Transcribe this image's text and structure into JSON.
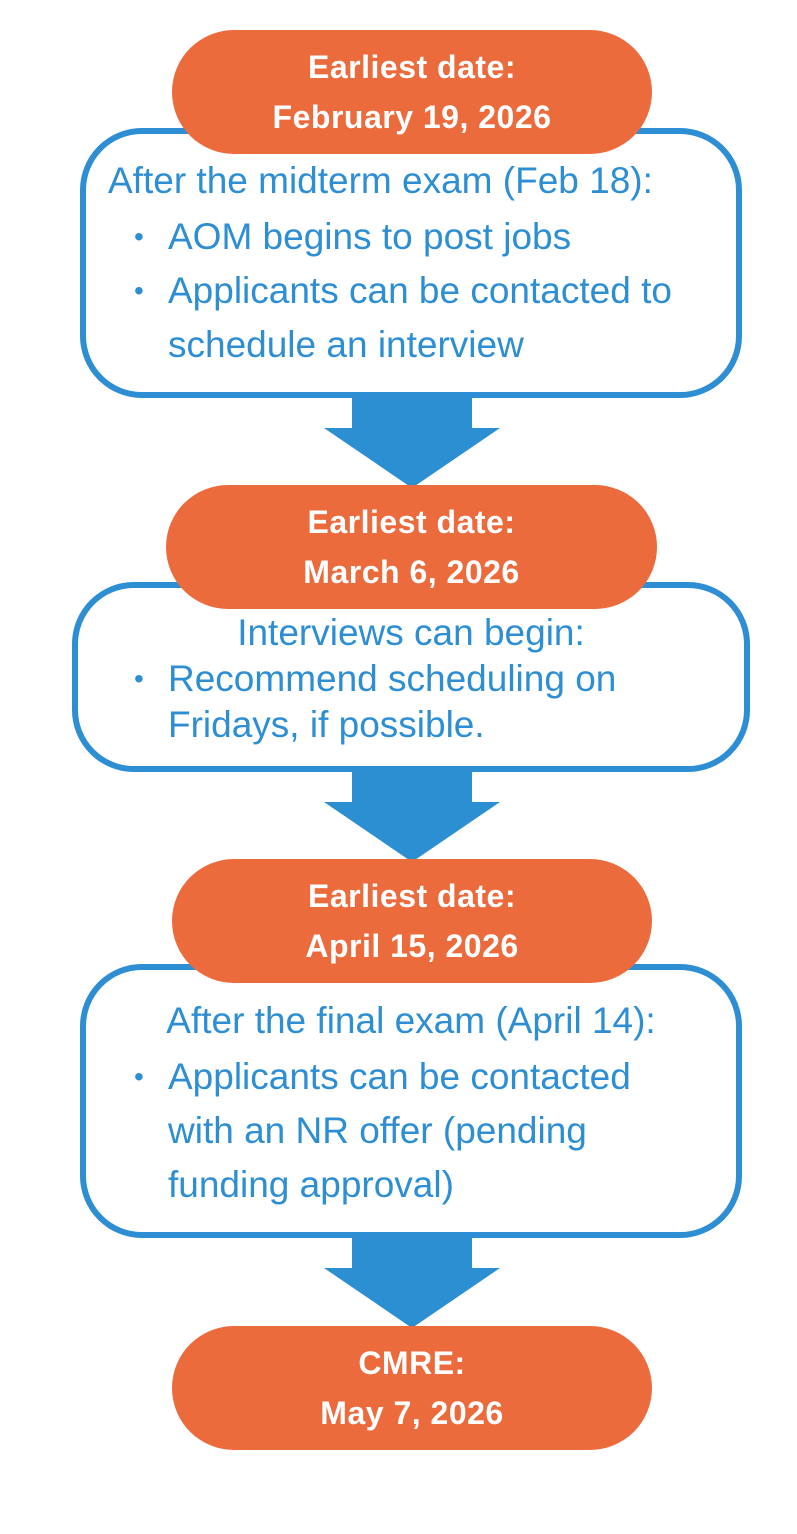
{
  "colors": {
    "pill": "#EC6B3D",
    "accent": "#2E8ED3",
    "arrow": "#2B8FD1"
  },
  "steps": [
    {
      "pill_line1": "Earliest date:",
      "pill_line2": "February 19, 2026",
      "heading": "After the midterm exam (Feb 18):",
      "bullets": [
        "AOM begins to post jobs",
        "Applicants can be contacted to schedule an interview"
      ]
    },
    {
      "pill_line1": "Earliest date:",
      "pill_line2": "March 6, 2026",
      "heading": "Interviews can begin:",
      "bullets": [
        "Recommend scheduling on",
        "Fridays, if possible."
      ]
    },
    {
      "pill_line1": "Earliest date:",
      "pill_line2": "April 15, 2026",
      "heading": "After the final exam (April 14):",
      "bullets": [
        "Applicants can be contacted with an NR offer (pending funding approval)"
      ]
    }
  ],
  "final": {
    "pill_line1": "CMRE:",
    "pill_line2": "May 7, 2026"
  }
}
